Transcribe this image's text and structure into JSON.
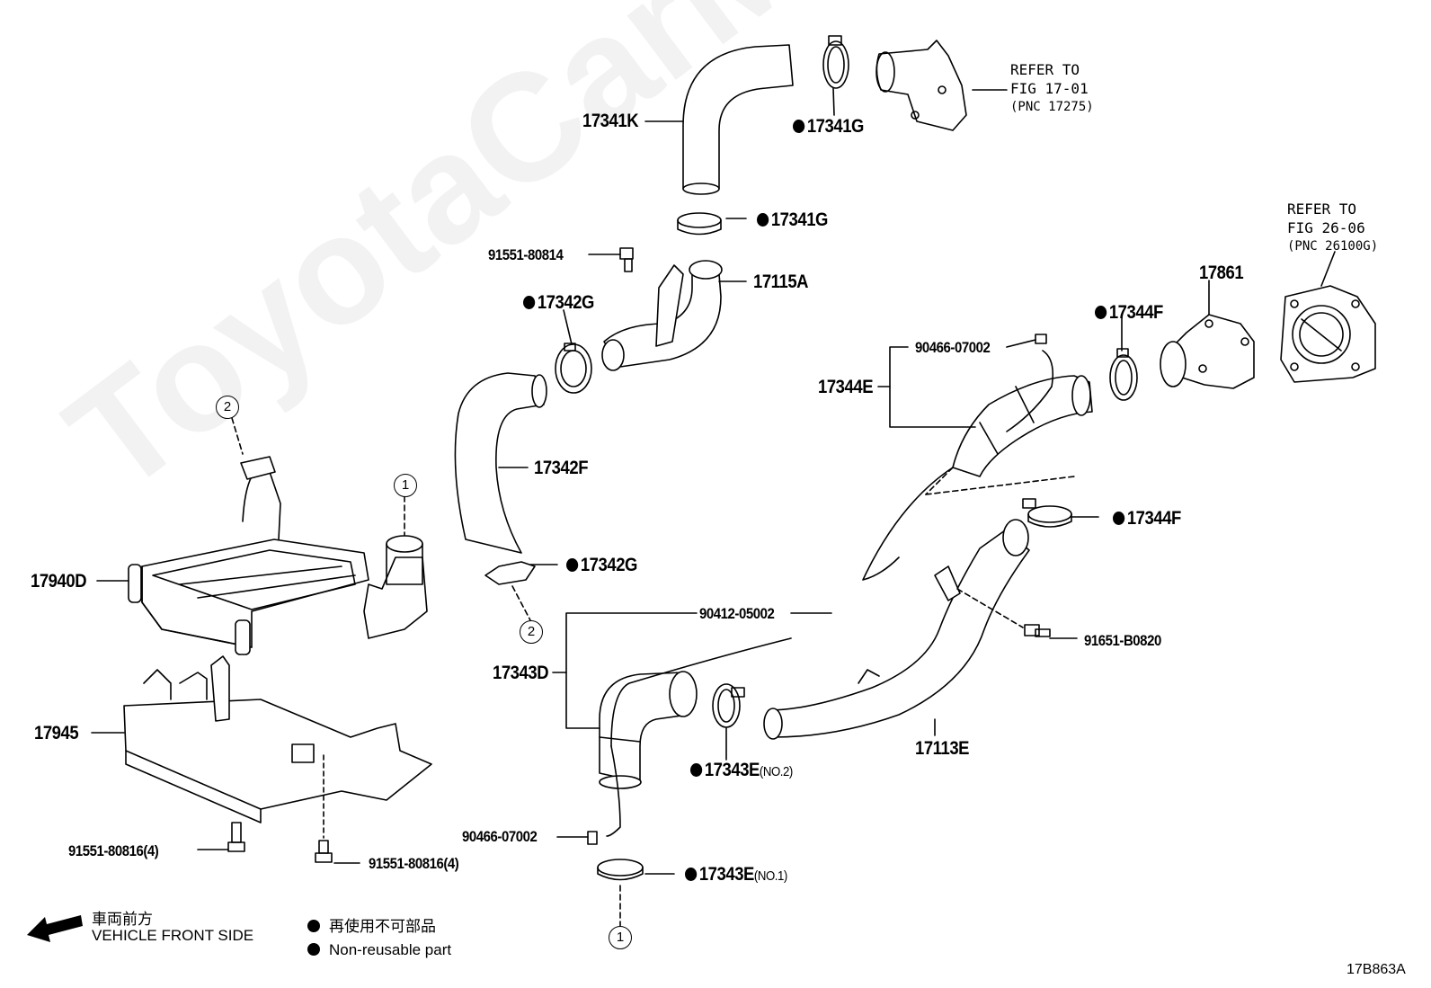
{
  "watermark": "ToyotaCarMine.ru",
  "diagram_code": "17B863A",
  "references": [
    {
      "line1": "REFER TO",
      "line2": "FIG 17-01",
      "pnc": "(PNC 17275)"
    },
    {
      "line1": "REFER TO",
      "line2": "FIG 26-06",
      "pnc": "(PNC 26100G)"
    }
  ],
  "parts": {
    "p17341K": "17341K",
    "p17341G_a": "17341G",
    "p17341G_b": "17341G",
    "p91551_80814": "91551-80814",
    "p17115A": "17115A",
    "p17342G_a": "17342G",
    "p17342F": "17342F",
    "p17342G_b": "17342G",
    "p17940D": "17940D",
    "p17945": "17945",
    "p91551_80816_a": "91551-80816(4)",
    "p91551_80816_b": "91551-80816(4)",
    "p90412_05002": "90412-05002",
    "p17343D": "17343D",
    "p17343E_no2": "17343E",
    "p17343E_no2_sub": "(NO.2)",
    "p90466_07002_a": "90466-07002",
    "p17343E_no1": "17343E",
    "p17343E_no1_sub": "(NO.1)",
    "p90466_07002_b": "90466-07002",
    "p17344E": "17344E",
    "p17344F_a": "17344F",
    "p17861": "17861",
    "p17344F_b": "17344F",
    "p91651_B0820": "91651-B0820",
    "p17113E": "17113E"
  },
  "connectors": {
    "c2_top": "2",
    "c1_top": "1",
    "c2_mid": "2",
    "c1_bot": "1"
  },
  "legend": {
    "front_jp": "車両前方",
    "front_en": "VEHICLE FRONT SIDE",
    "nonreuse_jp": "再使用不可部品",
    "nonreuse_en": "Non-reusable part"
  }
}
